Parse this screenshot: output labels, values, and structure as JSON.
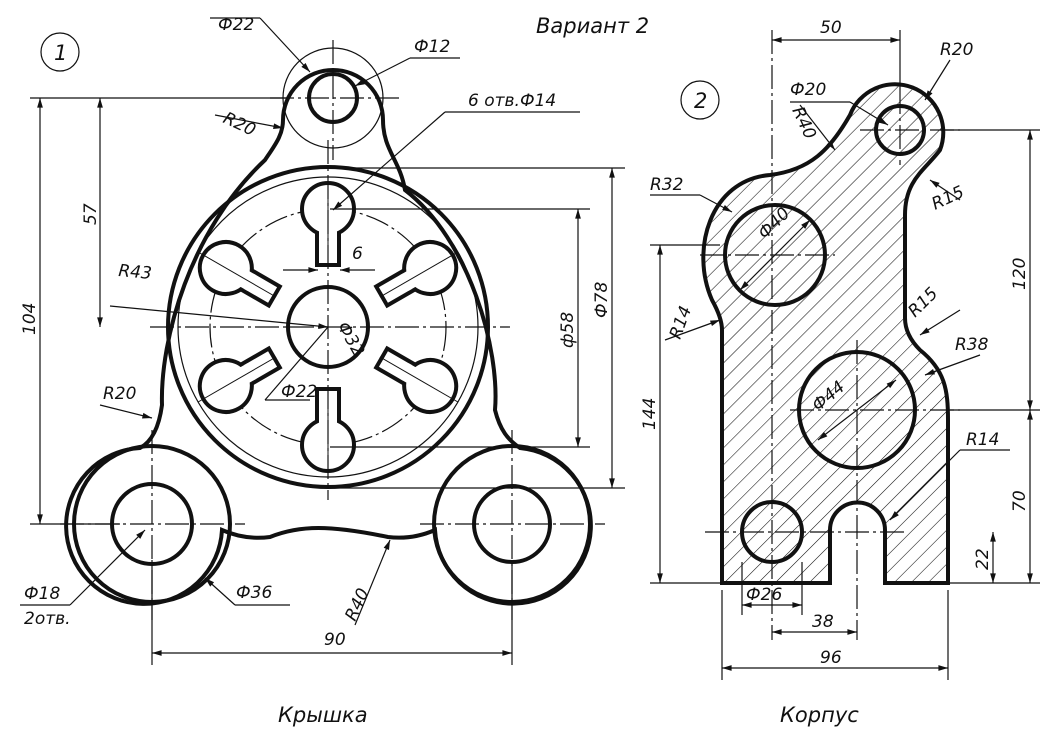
{
  "variant": "Вариант 2",
  "part1": {
    "number": "1",
    "name": "Крышка",
    "dims": {
      "d22_top": "Ф22",
      "d12": "Ф12",
      "r20_top": "R20",
      "holes6": "6 отв.Ф14",
      "d57": "57",
      "d104": "104",
      "r43": "R43",
      "w6": "6",
      "d78": "Ф78",
      "d58": "ф58",
      "d32": "Ф32",
      "d22_c": "Ф22",
      "r20_left": "R20",
      "d18": "Ф18",
      "holes2": "2отв.",
      "d36": "Ф36",
      "r40": "R40",
      "d90": "90"
    }
  },
  "part2": {
    "number": "2",
    "name": "Корпус",
    "dims": {
      "d50": "50",
      "r20": "R20",
      "d20": "Ф20",
      "r40": "R40",
      "r32": "R32",
      "d40": "Ф40",
      "r15_top": "R15",
      "d120": "120",
      "r14_left": "R14",
      "d144": "144",
      "r15_mid": "R15",
      "r38": "R38",
      "d44": "Ф44",
      "r14_right": "R14",
      "d70": "70",
      "d22": "22",
      "d26": "Ф26",
      "d38": "38",
      "d96": "96"
    }
  }
}
